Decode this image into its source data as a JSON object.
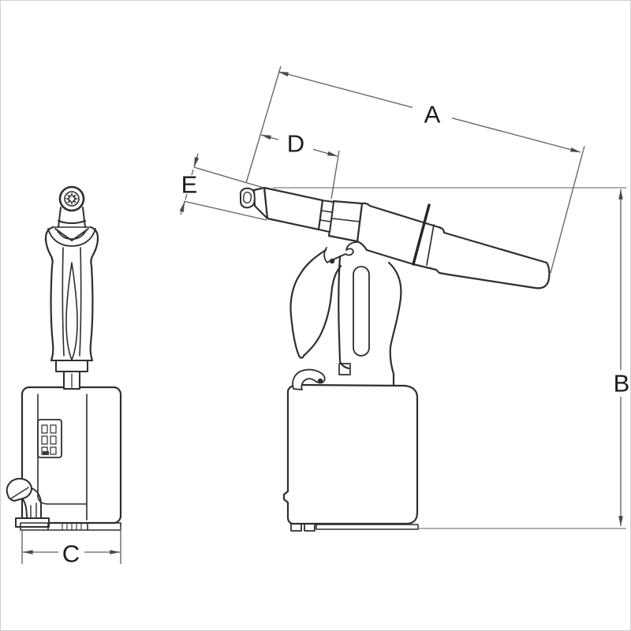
{
  "dimensions": {
    "a": {
      "label": "A"
    },
    "b": {
      "label": "B"
    },
    "c": {
      "label": "C"
    },
    "d": {
      "label": "D"
    },
    "e": {
      "label": "E"
    }
  },
  "colors": {
    "background": "#ffffff",
    "outline": "#2e2e2e",
    "dimension_line": "#646464",
    "extension_line_light": "#7d7d7d",
    "arrowhead": "#4a4a4a",
    "label_text": "#1b1b1b",
    "frame_border": "#cfcfcf"
  }
}
